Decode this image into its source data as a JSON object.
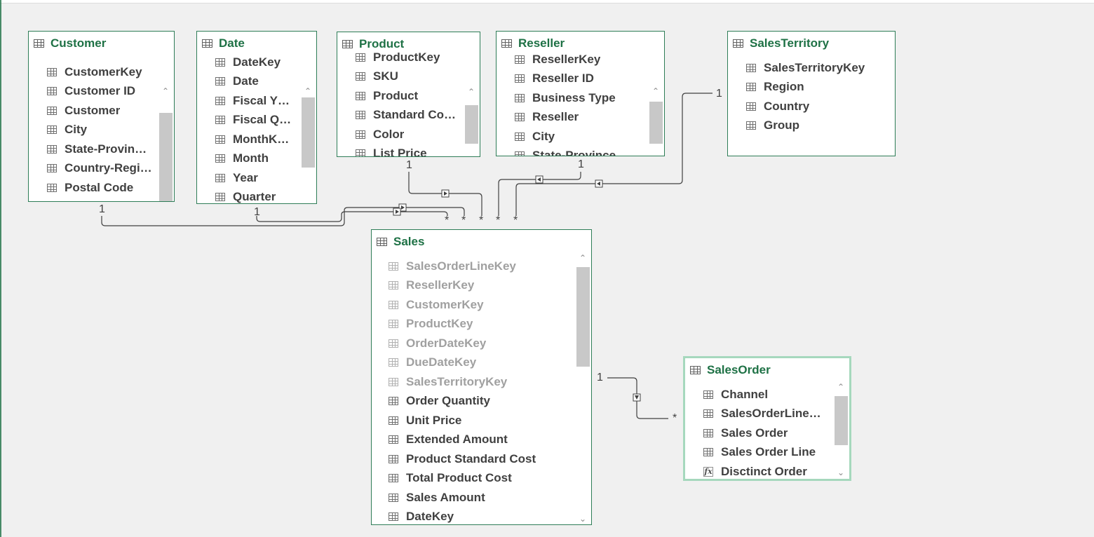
{
  "tables": {
    "customer": {
      "title": "Customer",
      "columns": [
        "CustomerKey",
        "Customer ID",
        "Customer",
        "City",
        "State-Provin…",
        "Country-Regi…",
        "Postal Code"
      ]
    },
    "date": {
      "title": "Date",
      "columns": [
        "DateKey",
        "Date",
        "Fiscal Y…",
        "Fiscal Q…",
        "MonthK…",
        "Month",
        "Year",
        "Quarter"
      ]
    },
    "product": {
      "title": "Product",
      "columns": [
        "ProductKey",
        "SKU",
        "Product",
        "Standard Co…",
        "Color",
        "List Price"
      ]
    },
    "reseller": {
      "title": "Reseller",
      "columns": [
        "ResellerKey",
        "Reseller ID",
        "Business Type",
        "Reseller",
        "City",
        "State-Province"
      ]
    },
    "salesterritory": {
      "title": "SalesTerritory",
      "columns": [
        "SalesTerritoryKey",
        "Region",
        "Country",
        "Group"
      ]
    },
    "sales": {
      "title": "Sales",
      "columns": [
        {
          "name": "SalesOrderLineKey",
          "hidden": true
        },
        {
          "name": "ResellerKey",
          "hidden": true
        },
        {
          "name": "CustomerKey",
          "hidden": true
        },
        {
          "name": "ProductKey",
          "hidden": true
        },
        {
          "name": "OrderDateKey",
          "hidden": true
        },
        {
          "name": "DueDateKey",
          "hidden": true
        },
        {
          "name": "SalesTerritoryKey",
          "hidden": true
        },
        {
          "name": "Order Quantity",
          "hidden": false
        },
        {
          "name": "Unit Price",
          "hidden": false
        },
        {
          "name": "Extended Amount",
          "hidden": false
        },
        {
          "name": "Product Standard Cost",
          "hidden": false
        },
        {
          "name": "Total Product Cost",
          "hidden": false
        },
        {
          "name": "Sales Amount",
          "hidden": false
        },
        {
          "name": "DateKey",
          "hidden": false
        }
      ]
    },
    "salesorder": {
      "title": "SalesOrder",
      "columns": [
        {
          "name": "Channel",
          "type": "field"
        },
        {
          "name": "SalesOrderLine…",
          "type": "field"
        },
        {
          "name": "Sales Order",
          "type": "field"
        },
        {
          "name": "Sales Order Line",
          "type": "field"
        },
        {
          "name": "Disctinct  Order",
          "type": "measure"
        }
      ]
    }
  },
  "relationships": {
    "one": "1",
    "many": "*"
  },
  "colors": {
    "title": "#1e7145",
    "border": "#2e7d57",
    "selected_border": "#a6d8bd",
    "line": "#404040"
  },
  "icons": {
    "table": "table-icon",
    "field": "column-icon",
    "measure": "measure-fx-icon",
    "scroll_up": "chevron-up-icon",
    "scroll_down": "chevron-down-icon"
  }
}
